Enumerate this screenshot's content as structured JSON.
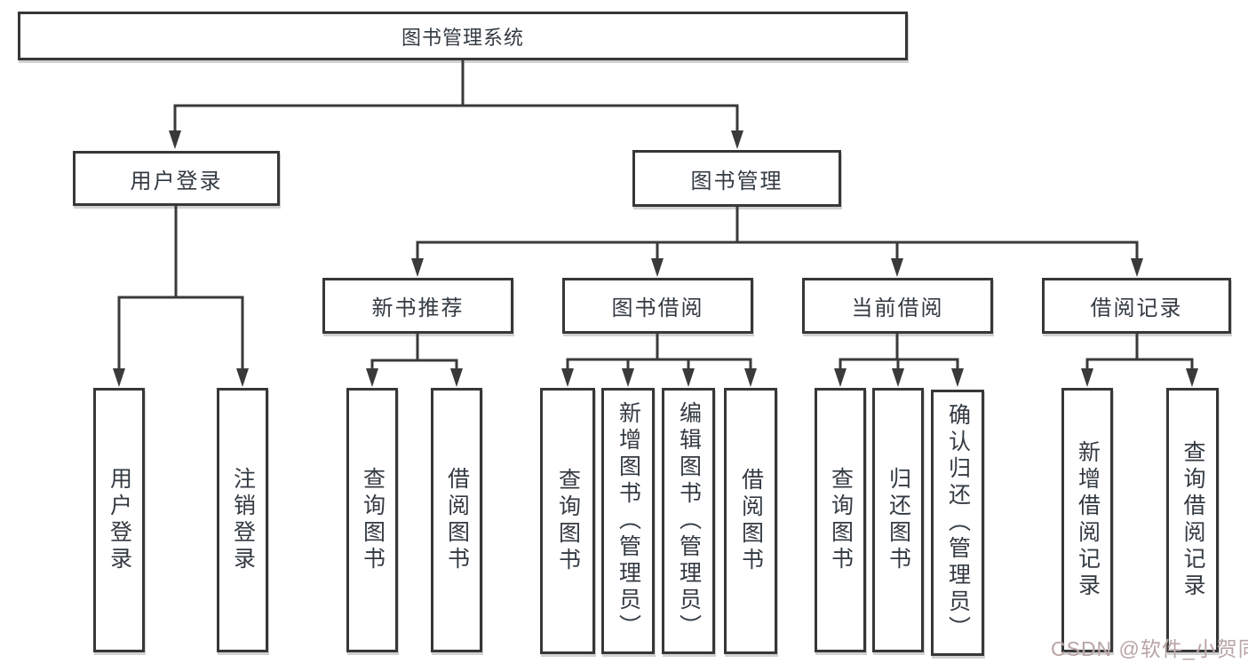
{
  "diagram": {
    "root": {
      "label": "图书管理系统"
    },
    "level2": [
      {
        "label": "用户登录"
      },
      {
        "label": "图书管理"
      }
    ],
    "level3": [
      {
        "label": "新书推荐"
      },
      {
        "label": "图书借阅"
      },
      {
        "label": "当前借阅"
      },
      {
        "label": "借阅记录"
      }
    ],
    "leaves": [
      {
        "label": "用户登录"
      },
      {
        "label": "注销登录"
      },
      {
        "label": "查询图书"
      },
      {
        "label": "借阅图书"
      },
      {
        "label": "查询图书"
      },
      {
        "label": "新增图书（管理员）"
      },
      {
        "label": "编辑图书（管理员）"
      },
      {
        "label": "借阅图书"
      },
      {
        "label": "查询图书"
      },
      {
        "label": "归还图书"
      },
      {
        "label": "确认归还（管理员）"
      },
      {
        "label": "新增借阅记录"
      },
      {
        "label": "查询借阅记录"
      }
    ],
    "hierarchy": {
      "图书管理系统": [
        "用户登录",
        "图书管理"
      ],
      "用户登录": [
        "用户登录",
        "注销登录"
      ],
      "图书管理": [
        "新书推荐",
        "图书借阅",
        "当前借阅",
        "借阅记录"
      ],
      "新书推荐": [
        "查询图书",
        "借阅图书"
      ],
      "图书借阅": [
        "查询图书",
        "新增图书（管理员）",
        "编辑图书（管理员）",
        "借阅图书"
      ],
      "当前借阅": [
        "查询图书",
        "归还图书",
        "确认归还（管理员）"
      ],
      "借阅记录": [
        "新增借阅记录",
        "查询借阅记录"
      ]
    }
  },
  "watermark": {
    "text": "CSDN @软件_小贺同学"
  },
  "colors": {
    "line": "#3a3a3a",
    "border": "#373737",
    "text": "#333a42",
    "watermark": "#b9a4a4"
  }
}
